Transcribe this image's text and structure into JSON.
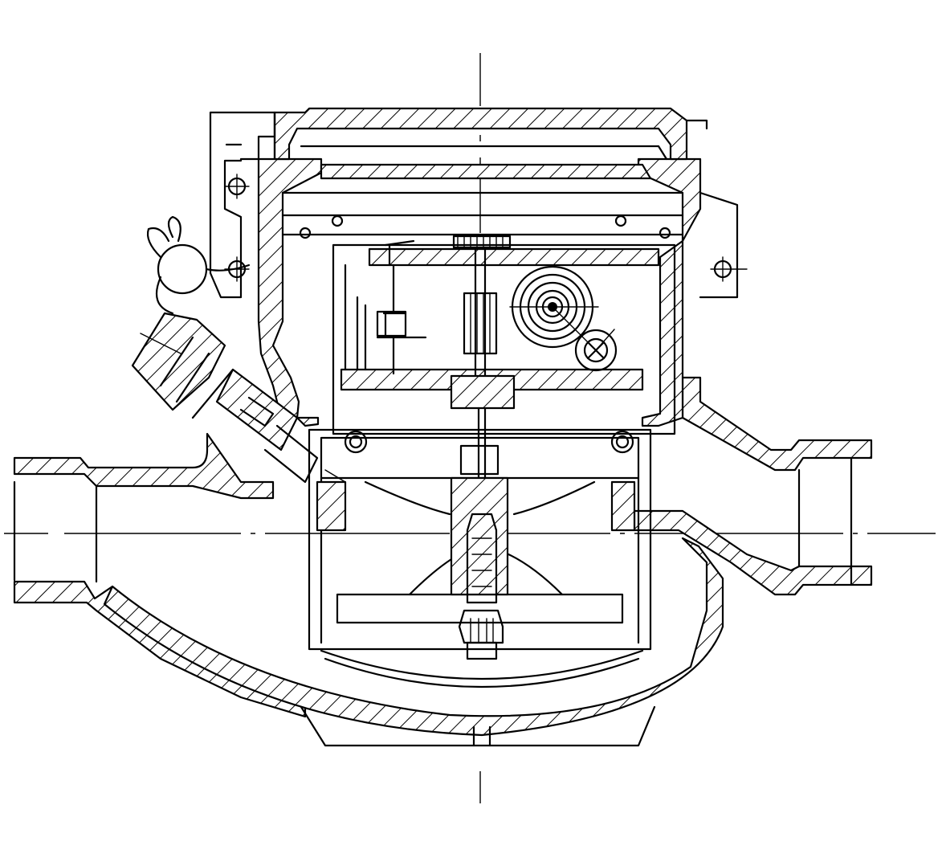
{
  "drawing": {
    "kind": "technical-section-drawing",
    "colors": {
      "line": "#000000",
      "background": "#ffffff"
    },
    "parts": [
      "centerline-horizontal",
      "centerline-vertical",
      "meter-body",
      "inlet-pipe",
      "outlet-pipe",
      "lower-bowl",
      "register-housing",
      "top-lid-frame",
      "register-cover",
      "gear-train",
      "pointer-spindle",
      "star-wheel",
      "dial-gear",
      "impeller-chamber",
      "impeller-shaft",
      "adjusting-screw",
      "regulator-plug",
      "seal-wire",
      "mounting-lug-left",
      "mounting-lug-right",
      "bottom-base"
    ]
  }
}
